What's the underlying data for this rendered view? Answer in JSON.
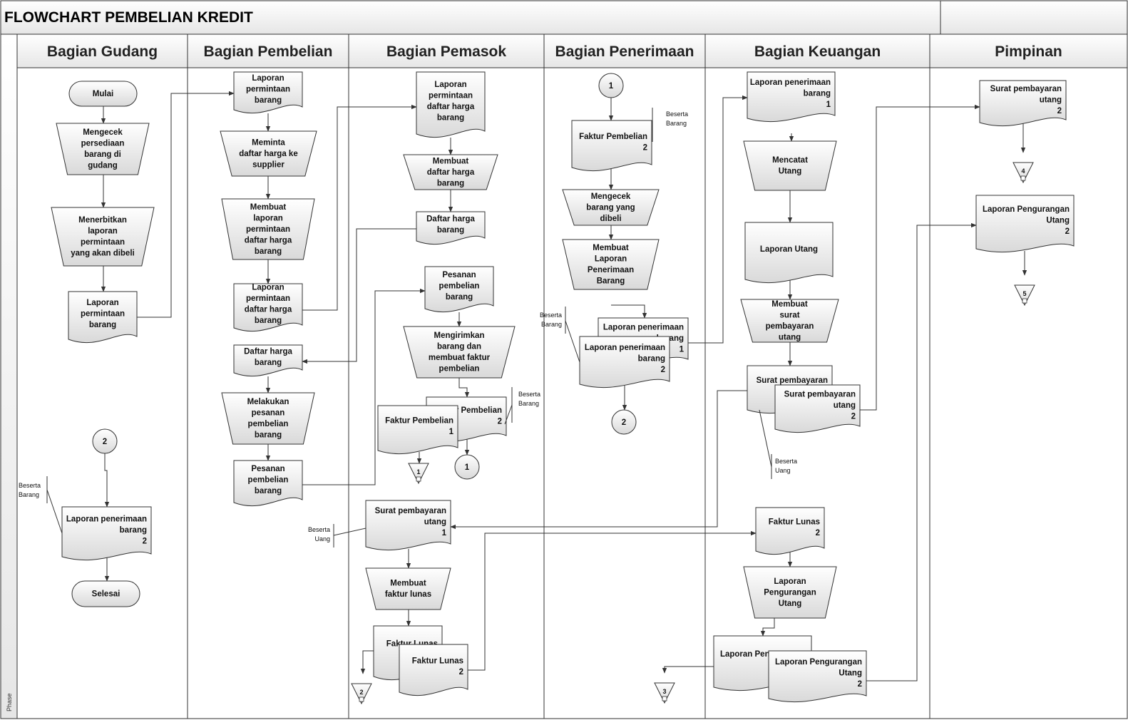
{
  "title": "FLOWCHART PEMBELIAN KREDIT",
  "phase_label": "Phase",
  "lanes": [
    "Bagian Gudang",
    "Bagian Pembelian",
    "Bagian Pemasok",
    "Bagian Penerimaan",
    "Bagian Keuangan",
    "Pimpinan"
  ],
  "nodes": {
    "g_start": [
      "Mulai"
    ],
    "g_cek": [
      "Mengecek",
      "persediaan",
      "barang di",
      "gudang"
    ],
    "g_terbit": [
      "Menerbitkan",
      "laporan",
      "permintaan",
      "yang akan dibeli"
    ],
    "g_lap": [
      "Laporan",
      "permintaan",
      "barang"
    ],
    "g_conn2": [
      "2"
    ],
    "g_lpb": [
      "Laporan penerimaan",
      "barang",
      "2"
    ],
    "g_end": [
      "Selesai"
    ],
    "b_lap": [
      "Laporan",
      "permintaan",
      "barang"
    ],
    "b_minta": [
      "Meminta",
      "daftar harga ke",
      "supplier"
    ],
    "b_buat": [
      "Membuat",
      "laporan",
      "permintaan",
      "daftar harga",
      "barang"
    ],
    "b_lapdh": [
      "Laporan",
      "permintaan",
      "daftar harga",
      "barang"
    ],
    "b_dh": [
      "Daftar harga",
      "barang"
    ],
    "b_pesan": [
      "Melakukan",
      "pesanan",
      "pembelian",
      "barang"
    ],
    "b_pb": [
      "Pesanan",
      "pembelian",
      "barang"
    ],
    "p_lapdh": [
      "Laporan",
      "permintaan",
      "daftar harga",
      "barang"
    ],
    "p_buatdh": [
      "Membuat",
      "daftar harga",
      "barang"
    ],
    "p_dh": [
      "Daftar harga",
      "barang"
    ],
    "p_pb": [
      "Pesanan",
      "pembelian",
      "barang"
    ],
    "p_kirim": [
      "Mengirimkan",
      "barang dan",
      "membuat faktur",
      "pembelian"
    ],
    "p_fp2": [
      "Faktur Pembelian",
      "2"
    ],
    "p_fp1": [
      "Faktur Pembelian",
      "1"
    ],
    "p_conn1": [
      "1"
    ],
    "p_off1": [
      "1"
    ],
    "p_spu": [
      "Surat pembayaran",
      "utang",
      "1"
    ],
    "p_buatfl": [
      "Membuat",
      "faktur lunas"
    ],
    "p_fl1": [
      "Faktur Lunas",
      "1"
    ],
    "p_fl2": [
      "Faktur Lunas",
      "2"
    ],
    "p_off2": [
      "2"
    ],
    "r_conn1": [
      "1"
    ],
    "r_fp": [
      "Faktur Pembelian",
      "2"
    ],
    "r_cek": [
      "Mengecek",
      "barang yang",
      "dibeli"
    ],
    "r_buat": [
      "Membuat",
      "Laporan",
      "Penerimaan",
      "Barang"
    ],
    "r_lpb1": [
      "Laporan penerimaan",
      "barang",
      "1"
    ],
    "r_lpb2": [
      "Laporan penerimaan",
      "barang",
      "2"
    ],
    "r_conn2": [
      "2"
    ],
    "r_off3": [
      "3"
    ],
    "k_lpb": [
      "Laporan penerimaan",
      "barang",
      "1"
    ],
    "k_catat": [
      "Mencatat",
      "Utang"
    ],
    "k_lu": [
      "Laporan Utang"
    ],
    "k_buatspu": [
      "Membuat",
      "surat",
      "pembayaran",
      "utang"
    ],
    "k_spu1": [
      "Surat pembayaran",
      "1"
    ],
    "k_spu2": [
      "Surat pembayaran",
      "utang",
      "2"
    ],
    "k_fl": [
      "Faktur Lunas",
      "2"
    ],
    "k_lpu_proc": [
      "Laporan",
      "Pengurangan",
      "Utang"
    ],
    "k_lpu1": [
      "Laporan Pengurangan",
      "1"
    ],
    "k_lpu2": [
      "Laporan Pengurangan",
      "Utang",
      "2"
    ],
    "m_spu": [
      "Surat pembayaran",
      "utang",
      "2"
    ],
    "m_off4": [
      "4"
    ],
    "m_lpu": [
      "Laporan Pengurangan",
      "Utang",
      "2"
    ],
    "m_off5": [
      "5"
    ]
  },
  "notes": {
    "n_beserta_barang_gudang": [
      "Beserta",
      "Barang"
    ],
    "n_beserta_barang_pemasok": [
      "Beserta",
      "Barang"
    ],
    "n_beserta_uang_pemasok": [
      "Beserta",
      "Uang"
    ],
    "n_beserta_barang_penerimaan1": [
      "Beserta",
      "Barang"
    ],
    "n_beserta_barang_penerimaan2": [
      "Beserta",
      "Barang"
    ],
    "n_beserta_uang_keuangan": [
      "Beserta",
      "Uang"
    ]
  }
}
